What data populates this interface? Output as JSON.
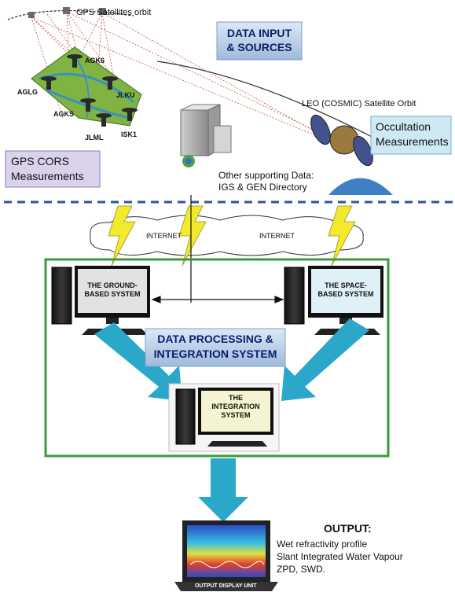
{
  "top": {
    "gps_orbit_label": "GPS Satellites orbit",
    "data_input_title_line1": "DATA INPUT",
    "data_input_title_line2": "& SOURCES",
    "cors_line1": "GPS CORS",
    "cors_line2": "Measurements",
    "stations": [
      "AGLG",
      "AGK6",
      "JLKU",
      "AGKS",
      "JLML",
      "ISK1"
    ],
    "leo_orbit_label": "LEO (COSMIC) Satellite Orbit",
    "occultation_line1": "Occultation",
    "occultation_line2": "Measurements",
    "support_line1": "Other supporting Data:",
    "support_line2": "IGS & GEN Directory"
  },
  "network": {
    "internet_left": "INTERNET",
    "internet_right": "INTERNET"
  },
  "processing": {
    "ground_line1": "THE GROUND-",
    "ground_line2": "BASED SYSTEM",
    "space_line1": "THE SPACE-",
    "space_line2": "BASED SYSTEM",
    "title_line1": "DATA PROCESSING &",
    "title_line2": "INTEGRATION SYSTEM",
    "integration_line1": "THE",
    "integration_line2": "INTEGRATION",
    "integration_line3": "SYSTEM"
  },
  "output": {
    "title": "OUTPUT:",
    "line1": "Wet refractivity profile",
    "line2": "Slant Integrated Water Vapour",
    "line3": "ZPD, SWD.",
    "display_label": "OUTPUT DISPLAY UNIT"
  },
  "colors": {
    "dashed_divider": "#2f5597",
    "frame_green": "#3a9a3a",
    "arrow_teal": "#2aa7c9",
    "title_box_blue": "#b8cfe8",
    "cors_box": "#d9d2ea",
    "occult_box": "#cfe9f3",
    "lightning": "#f2ea2a",
    "orbit_red": "#c0392b"
  }
}
